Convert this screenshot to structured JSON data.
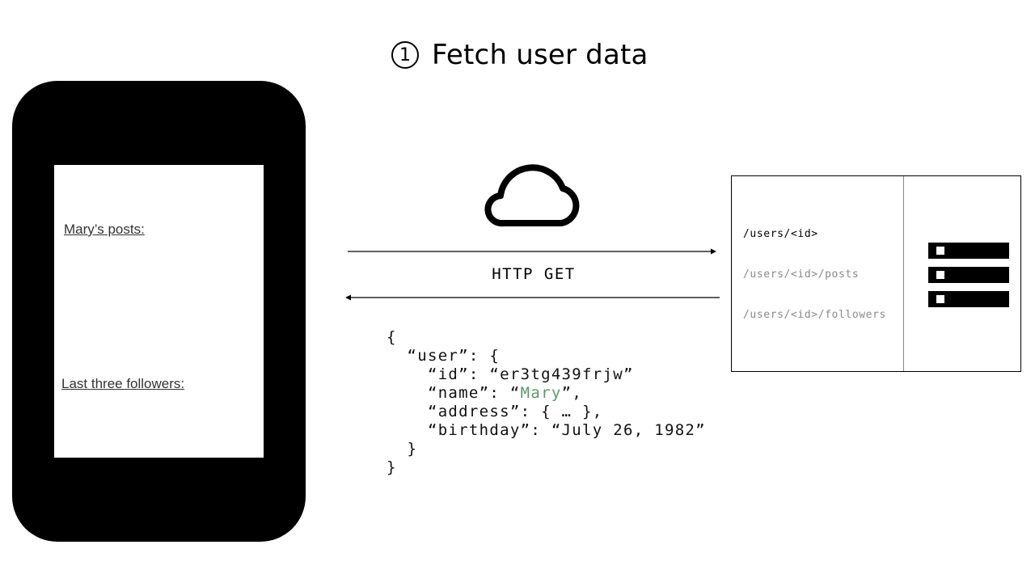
{
  "title": {
    "step_number": "1",
    "text": "Fetch user data"
  },
  "phone": {
    "posts_label": "Mary’s posts:",
    "followers_label": "Last three followers:"
  },
  "request": {
    "method_label": "HTTP GET"
  },
  "response_json": {
    "line1": "{",
    "line2": "  “user”: {",
    "line3": "    “id”: “er3tg439frjw”",
    "line4_prefix": "    “name”: “",
    "line4_value": "Mary",
    "line4_suffix": "”,",
    "line5": "    “address”: { … },",
    "line6": "    “birthday”: “July 26, 1982”",
    "line7": "  }",
    "line8": "}"
  },
  "server": {
    "routes": [
      "/users/<id>",
      "/users/<id>/posts",
      "/users/<id>/followers"
    ]
  },
  "colors": {
    "accent_green": "#5a9a6a",
    "muted_route": "#8a8a8a"
  }
}
